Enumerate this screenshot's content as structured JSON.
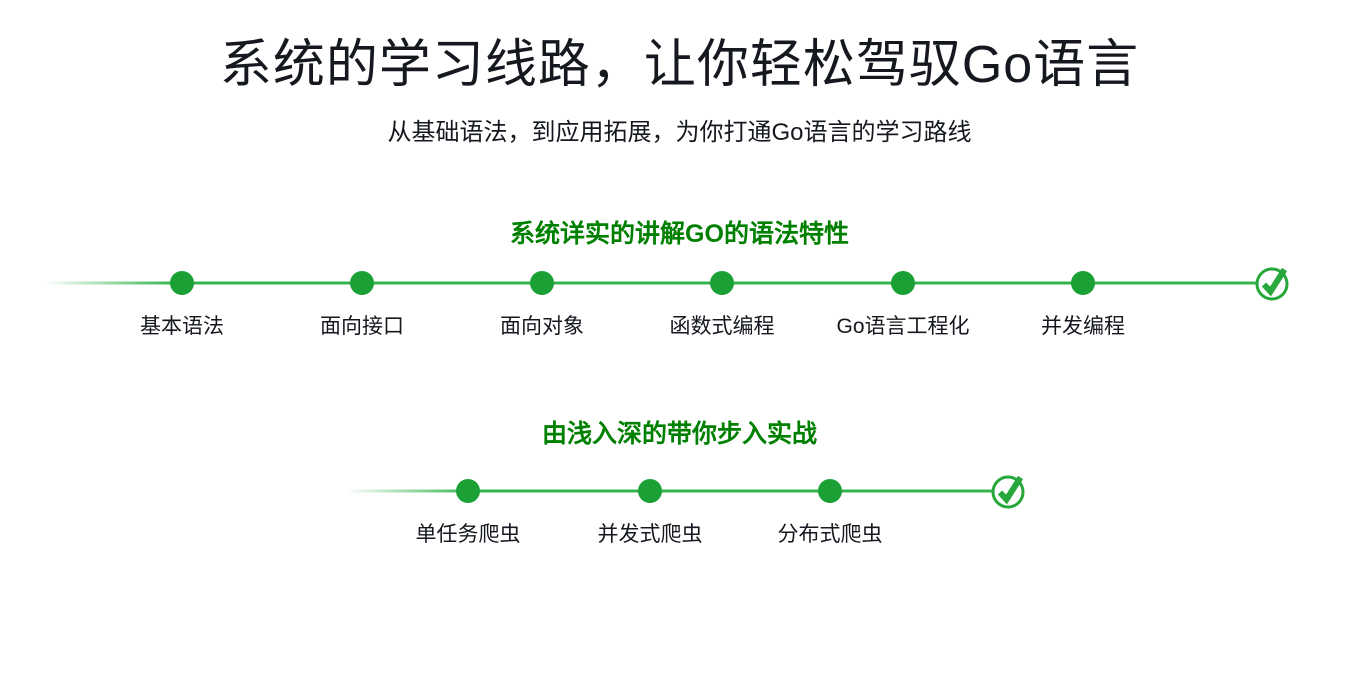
{
  "page": {
    "title": "系统的学习线路，让你轻松驾驭Go语言",
    "subtitle": "从基础语法，到应用拓展，为你打通Go语言的学习路线"
  },
  "colors": {
    "heading_green": "#008000",
    "dot_green": "#1aa035",
    "line_green": "#35b44e",
    "check_green": "#27a73c",
    "text_dark": "#15191f"
  },
  "sections": [
    {
      "heading": "系统详实的讲解GO的语法特性",
      "steps": [
        "基本语法",
        "面向接口",
        "面向对象",
        "函数式编程",
        "Go语言工程化",
        "并发编程"
      ],
      "end_icon": "check-circle"
    },
    {
      "heading": "由浅入深的带你步入实战",
      "steps": [
        "单任务爬虫",
        "并发式爬虫",
        "分布式爬虫"
      ],
      "end_icon": "check-circle"
    }
  ]
}
